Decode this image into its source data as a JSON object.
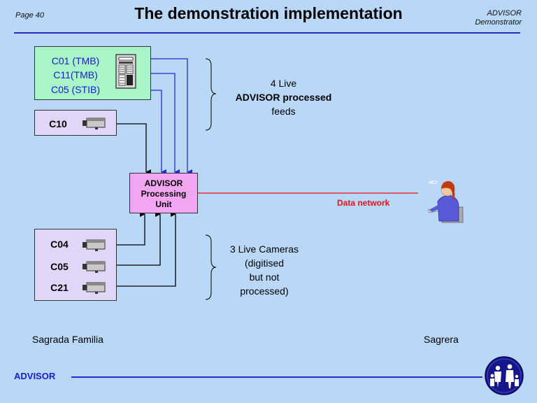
{
  "header": {
    "page_label": "Page 40",
    "title": "The demonstration implementation",
    "brand_line1": "ADVISOR",
    "brand_line2": "Demonstrator"
  },
  "sources_processed": {
    "tmb_group": [
      "C01 (TMB)",
      "C11(TMB)",
      "C05 (STIB)"
    ],
    "c10_label": "C10"
  },
  "processing_unit": {
    "lines": [
      "ADVISOR",
      "Processing",
      "Unit"
    ]
  },
  "notes": {
    "processed_feeds": [
      "4 Live",
      "ADVISOR processed",
      "feeds"
    ],
    "live_cameras": [
      "3 Live Cameras",
      "(digitised",
      "but not",
      "processed)"
    ]
  },
  "cameras_unprocessed": [
    "C04",
    "C05",
    "C21"
  ],
  "network": {
    "label": "Data network",
    "hci_label": "HCI"
  },
  "locations": {
    "left": "Sagrada Familia",
    "right": "Sagrera"
  },
  "footer": {
    "brand": "ADVISOR"
  },
  "colors": {
    "background": "#b9d7f7",
    "accent_blue": "#2a2ac8",
    "network_red": "#ee1111",
    "processing_pink": "#f2a6f2",
    "camera_box": "#e0d6f7",
    "tmb_box": "#a8f5c8"
  },
  "icons": {
    "server": "server-rack-icon",
    "camera": "camera-icon",
    "operator": "operator-person-icon",
    "logo": "family-logo-icon"
  }
}
